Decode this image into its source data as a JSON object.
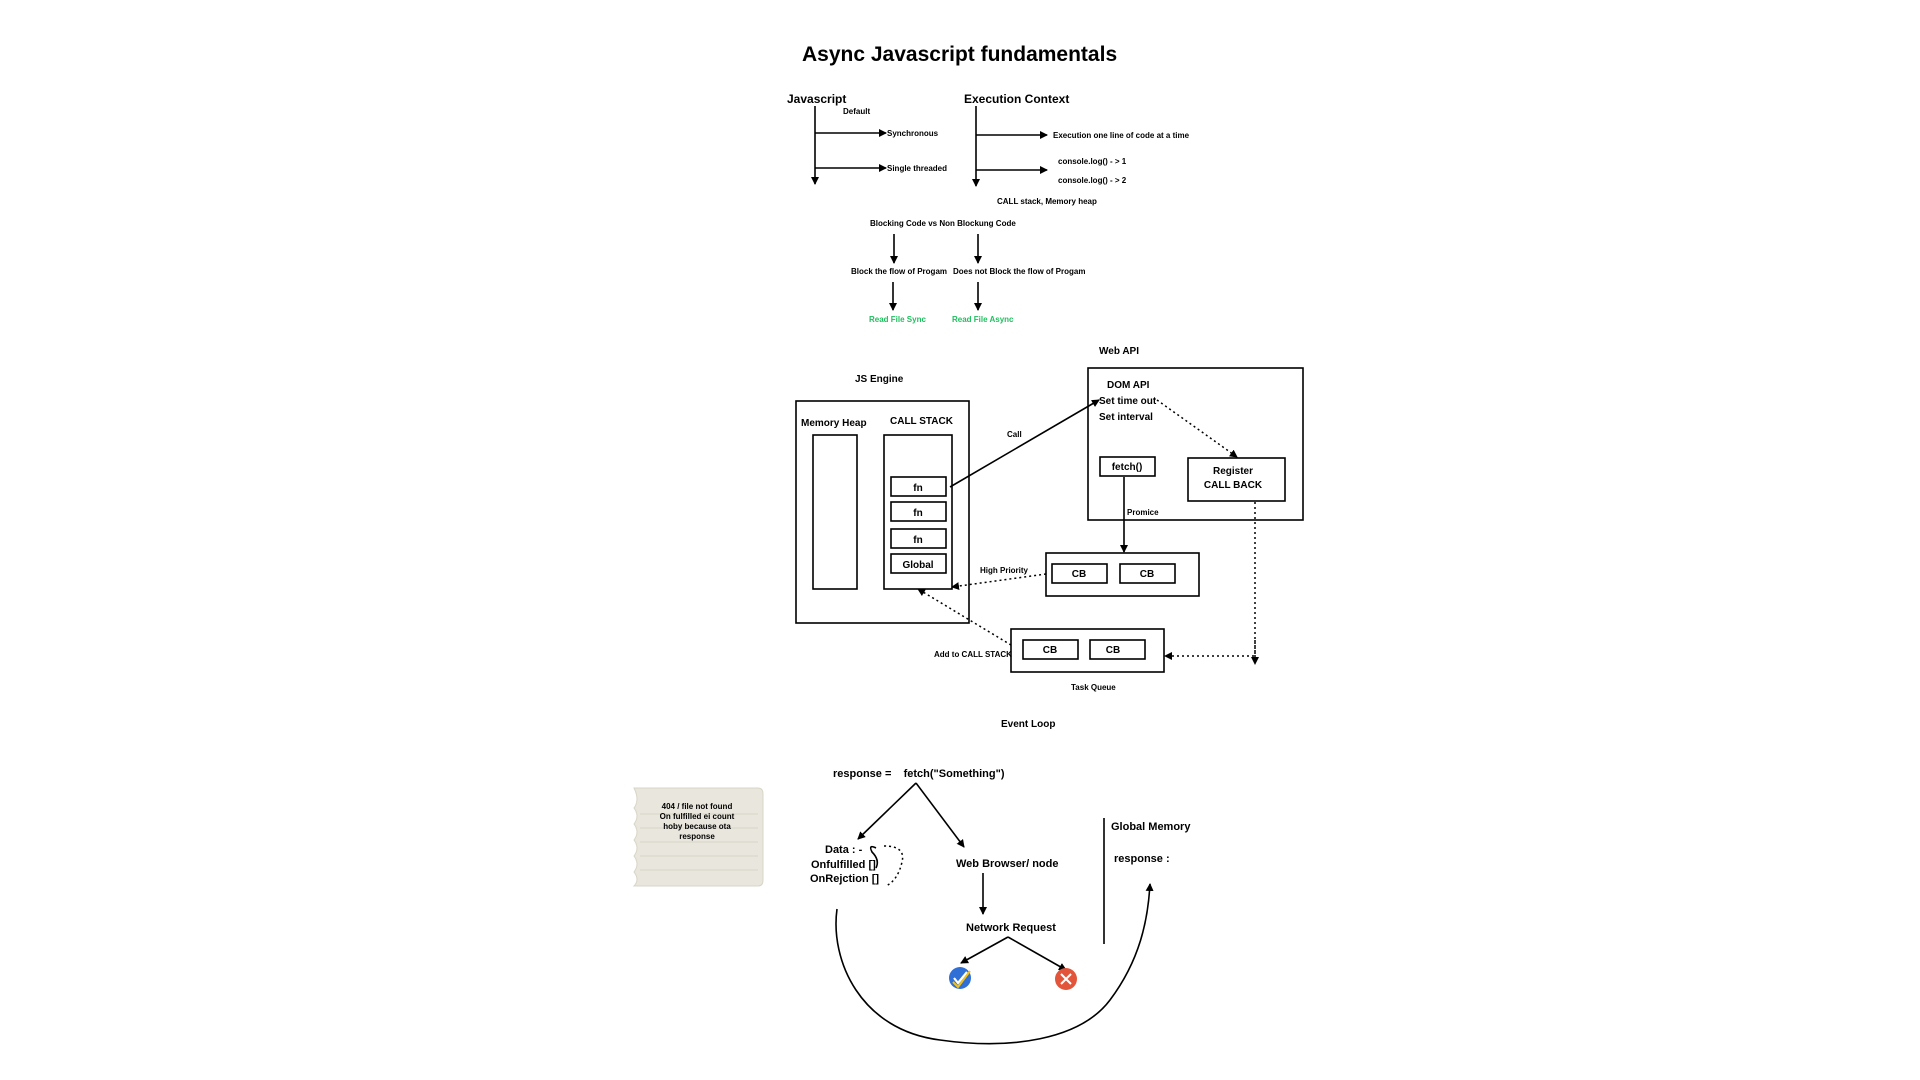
{
  "title": "Async Javascript fundamentals",
  "basics": {
    "javascript": "Javascript",
    "default": "Default",
    "synchronous": "Synchronous",
    "single_threaded": "Single threaded",
    "execution_context": "Execution Context",
    "execution_note": "Execution  one line of code at a time",
    "console1": "console.log() - > 1",
    "console2": "console.log() - > 2",
    "call_stack_memory": "CALL stack,    Memory heap"
  },
  "blocking": {
    "header": "Blocking Code vs Non Blockung Code",
    "block": "Block the flow of Progam",
    "non_block": "Does not Block the flow of Progam",
    "sync_example": "Read File Sync",
    "async_example": "Read File Async"
  },
  "engine": {
    "js_engine": "JS Engine",
    "memory_heap": "Memory Heap",
    "call_stack": "CALL STACK",
    "frames": [
      "fn",
      "fn",
      "fn",
      "Global"
    ],
    "call": "Call"
  },
  "web_api": {
    "title": "Web API",
    "items": [
      "DOM API",
      "Set time out",
      "Set interval"
    ],
    "fetch": "fetch()",
    "register": [
      "Register",
      "CALL BACK"
    ],
    "promice": "Promice"
  },
  "queues": {
    "high_priority": "High Priority",
    "microtask": [
      "CB",
      "CB"
    ],
    "task": [
      "CB",
      "CB"
    ],
    "add_to_stack": "Add to CALL STACK",
    "task_queue": "Task Queue",
    "event_loop": "Event Loop"
  },
  "fetch_flow": {
    "response_expr": "response =    fetch(\"Something\")",
    "data": "Data : -",
    "onfulfilled": "Onfulfilled []",
    "onrejection": "OnRejction []",
    "browser": "Web Browser/ node",
    "network": "Network Request",
    "global_memory": "Global Memory",
    "response_label": "response :",
    "success_icon": "check-badge-icon",
    "failure_icon": "cross-badge-icon"
  },
  "note": {
    "lines": [
      "404 / file not found",
      "On fulfilled ei count",
      "hoby because ota",
      "response"
    ]
  },
  "colors": {
    "green_text": "#1fbf5f",
    "success_badge": "#2f6fd6",
    "failure_badge": "#e3553a",
    "note_paper": "#e9e7dd"
  }
}
